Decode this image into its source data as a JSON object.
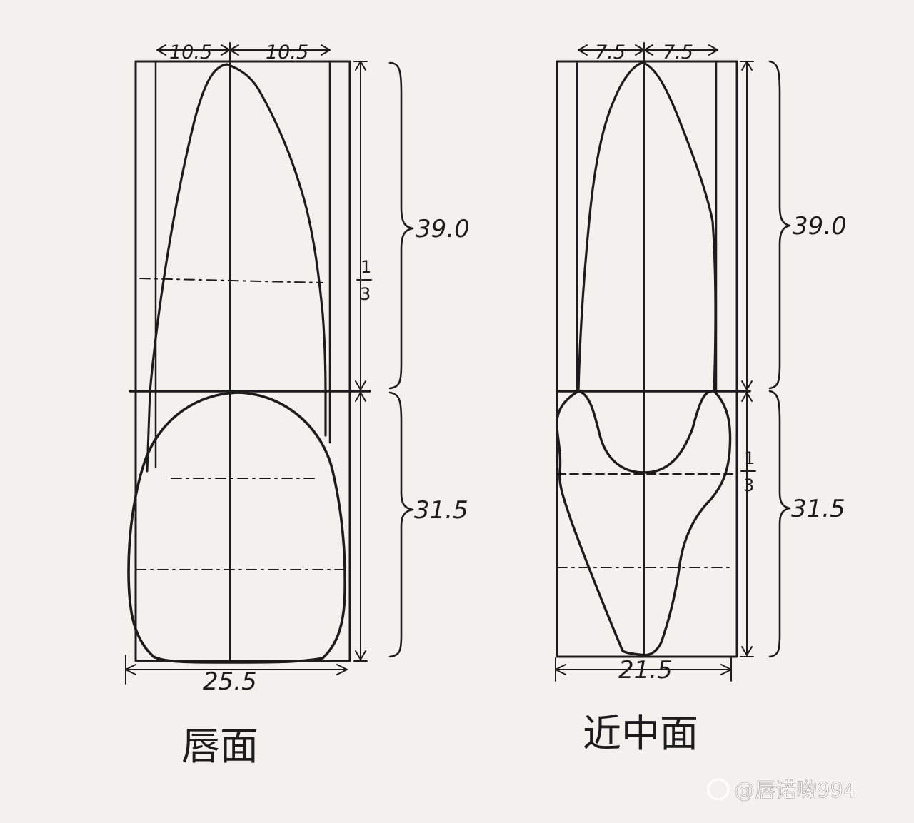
{
  "labial_view": {
    "title": "唇面",
    "top_left_width": "10.5",
    "top_right_width": "10.5",
    "crown_height": "39.0",
    "root_height": "31.5",
    "bottom_width": "25.5",
    "third_mark_num": "1",
    "third_mark_den": "3"
  },
  "mesial_view": {
    "title": "近中面",
    "top_left_width": "7.5",
    "top_right_width": "7.5",
    "crown_height": "39.0",
    "root_height": "31.5",
    "bottom_width": "21.5",
    "third_mark_num": "1",
    "third_mark_den": "3"
  },
  "watermark": {
    "text": "@唇诺哟994"
  }
}
